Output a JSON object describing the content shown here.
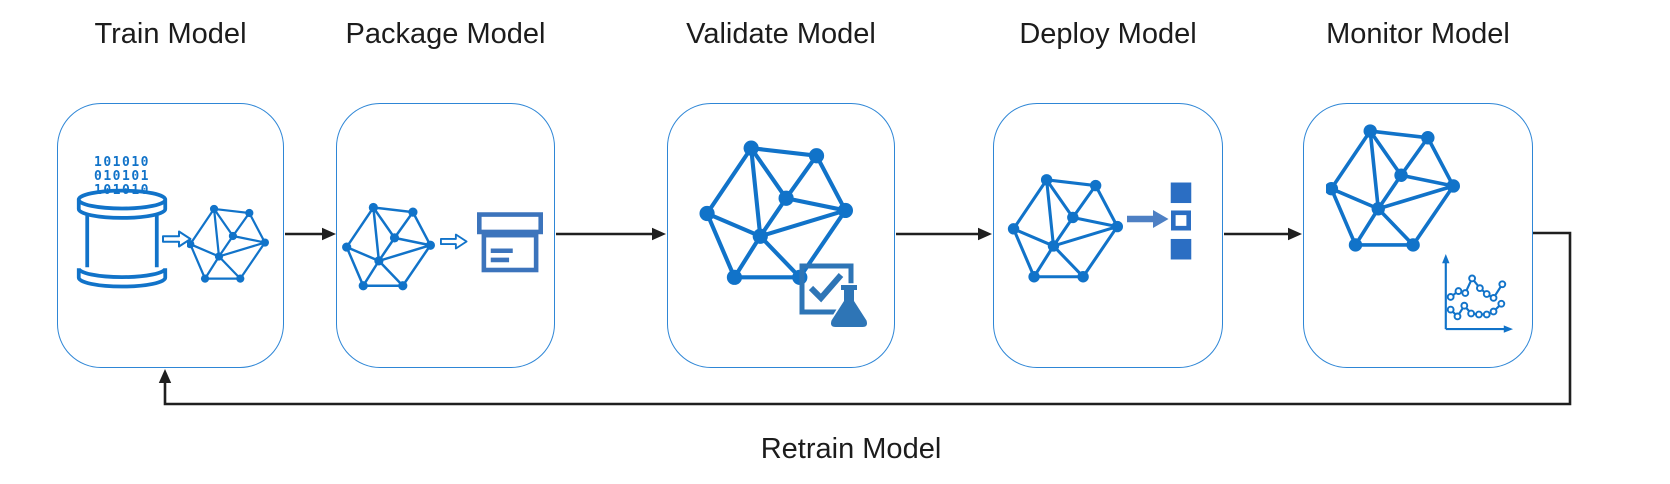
{
  "diagram_title": "",
  "stages": [
    {
      "id": "train",
      "label": "Train Model",
      "binary_rows": [
        "101010",
        "010101",
        "101010"
      ],
      "icons": [
        "binary-data-icon",
        "database-icon",
        "transform-arrow-icon",
        "network-graph-icon"
      ]
    },
    {
      "id": "package",
      "label": "Package Model",
      "icons": [
        "network-graph-icon",
        "transform-arrow-icon",
        "package-box-icon"
      ]
    },
    {
      "id": "validate",
      "label": "Validate Model",
      "icons": [
        "network-graph-icon",
        "checkmark-icon",
        "flask-icon"
      ]
    },
    {
      "id": "deploy",
      "label": "Deploy Model",
      "icons": [
        "network-graph-icon",
        "deploy-arrow-icon",
        "deployment-stack-icon"
      ]
    },
    {
      "id": "monitor",
      "label": "Monitor Model",
      "icons": [
        "network-graph-icon",
        "metrics-chart-icon"
      ]
    }
  ],
  "feedback": {
    "label": "Retrain Model"
  },
  "colors": {
    "bright_blue": "#1173C9",
    "box_border": "#2E86D6",
    "steel_blue": "#3C74BC",
    "check_blue": "#2E75B6",
    "deploy_arrow_blue": "#4E80C4",
    "deploy_stack_blue": "#2B6EC3",
    "connector_black": "#1F1F1F",
    "text_dark": "#1C1C1C"
  }
}
